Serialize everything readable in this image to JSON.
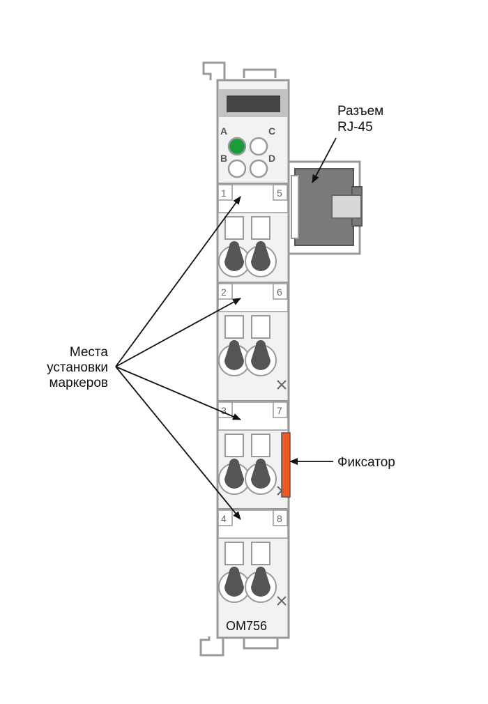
{
  "labels": {
    "connector_line1": "Разъем",
    "connector_line2": "RJ-45",
    "markers_line1": "Места",
    "markers_line2": "установки",
    "markers_line3": "маркеров",
    "latch": "Фиксатор",
    "model": "OM756"
  },
  "leds": {
    "a": "A",
    "b": "B",
    "c": "C",
    "d": "D",
    "lit_color": "#1a9c3a"
  },
  "slots": [
    {
      "left": "1",
      "right": "5"
    },
    {
      "left": "2",
      "right": "6"
    },
    {
      "left": "3",
      "right": "7"
    },
    {
      "left": "4",
      "right": "8"
    }
  ],
  "colors": {
    "outline": "#999999",
    "body": "#f2f2f2",
    "header": "#c2c2c2",
    "window": "#444444",
    "connector": "#7a7a7a",
    "terminal": "#555555",
    "latch": "#ef5a24"
  },
  "icons": [
    "led-indicator",
    "rj45-connector",
    "spring-terminal",
    "arrow"
  ]
}
